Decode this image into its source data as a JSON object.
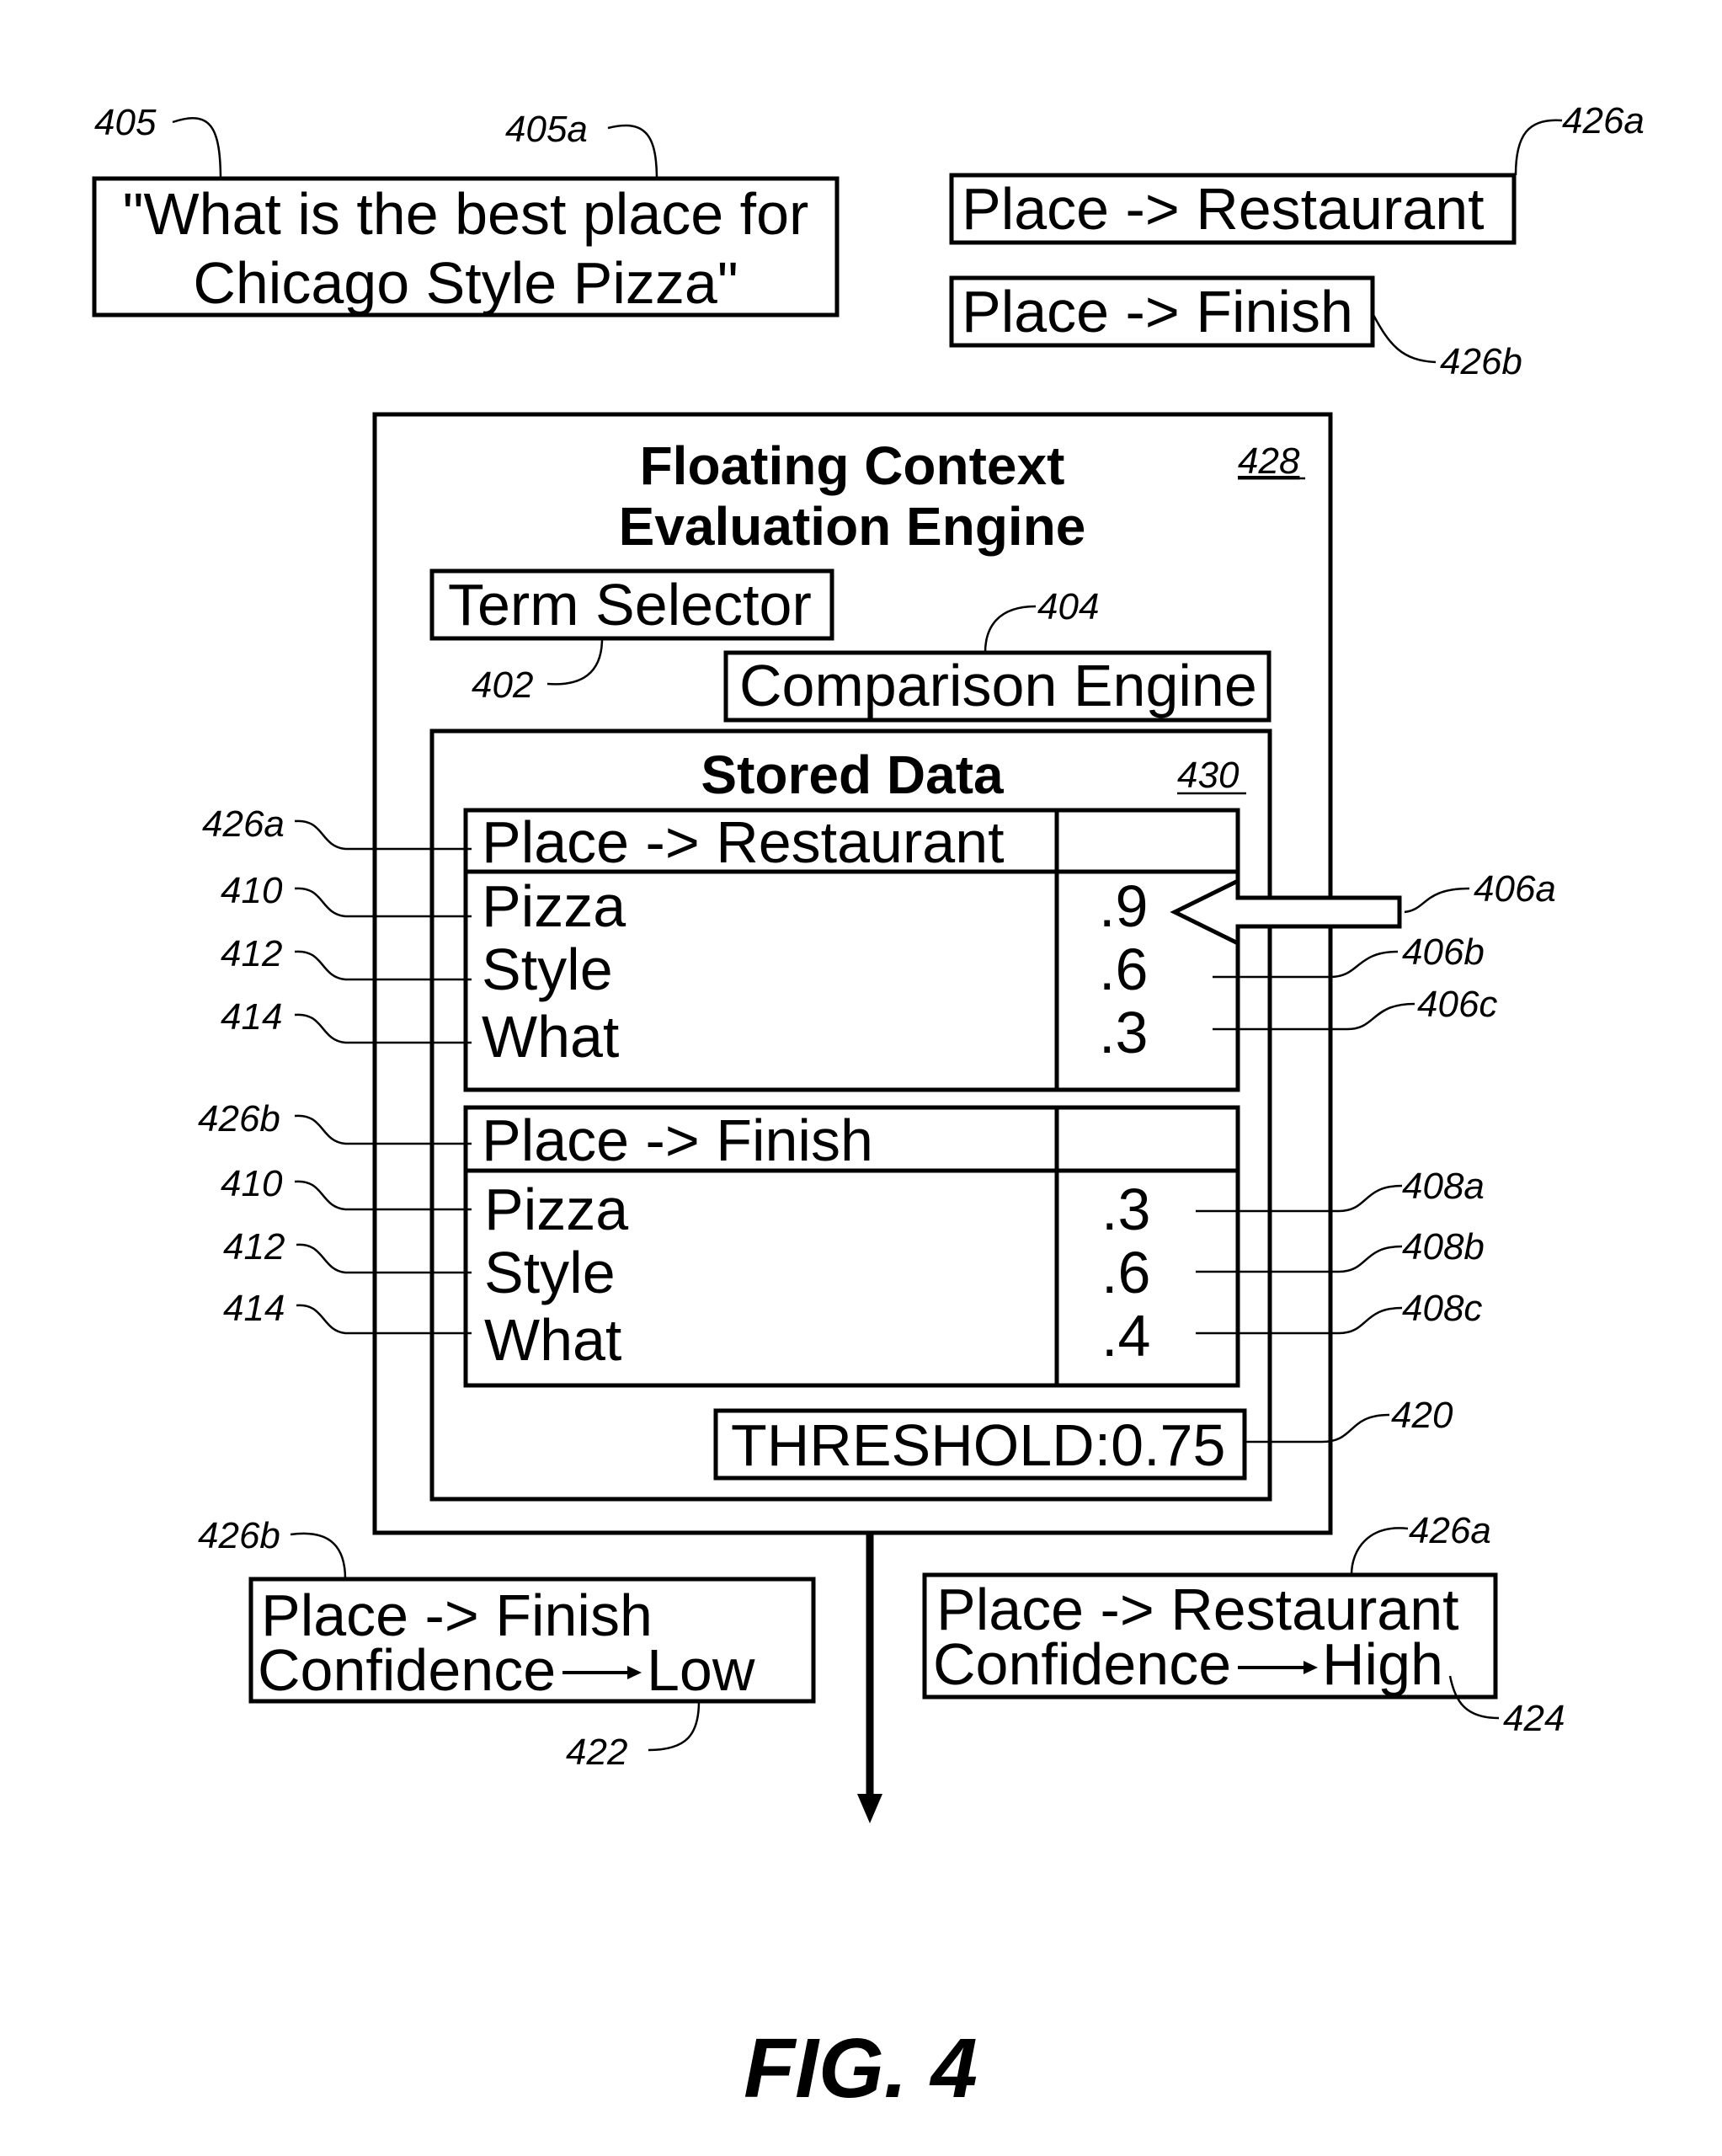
{
  "refs": {
    "r405": "405",
    "r405a": "405a",
    "r426a_top": "426a",
    "r426b_top": "426b",
    "r428": "428",
    "r402": "402",
    "r404": "404",
    "r430": "430",
    "r426a_t1": "426a",
    "r410_t1": "410",
    "r412_t1": "412",
    "r414_t1": "414",
    "r426b_t2": "426b",
    "r410_t2": "410",
    "r412_t2": "412",
    "r414_t2": "414",
    "r406a": "406a",
    "r406b": "406b",
    "r406c": "406c",
    "r408a": "408a",
    "r408b": "408b",
    "r408c": "408c",
    "r420": "420",
    "r426b_bottom": "426b",
    "r426a_bottom": "426a",
    "r422": "422",
    "r424": "424"
  },
  "query": {
    "line1": "\"What is the best place for",
    "line2": "Chicago Style Pizza\""
  },
  "contexts": {
    "restaurant": "Place -> Restaurant",
    "finish": "Place -> Finish"
  },
  "engine": {
    "title_line1": "Floating Context",
    "title_line2": "Evaluation Engine",
    "term_selector": "Term Selector",
    "comparison_engine": "Comparison Engine"
  },
  "stored_data": {
    "title": "Stored Data",
    "tables": [
      {
        "header": "Place -> Restaurant",
        "rows": [
          {
            "term": "Pizza",
            "value": ".9"
          },
          {
            "term": "Style",
            "value": ".6"
          },
          {
            "term": "What",
            "value": ".3"
          }
        ]
      },
      {
        "header": "Place -> Finish",
        "rows": [
          {
            "term": "Pizza",
            "value": ".3"
          },
          {
            "term": "Style",
            "value": ".6"
          },
          {
            "term": "What",
            "value": ".4"
          }
        ]
      }
    ],
    "threshold": "THRESHOLD:0.75"
  },
  "results": {
    "finish": {
      "line1": "Place -> Finish",
      "label": "Confidence",
      "value": "Low"
    },
    "restaurant": {
      "line1": "Place -> Restaurant",
      "label": "Confidence",
      "value": "High"
    }
  },
  "figure_label": "FIG. 4"
}
